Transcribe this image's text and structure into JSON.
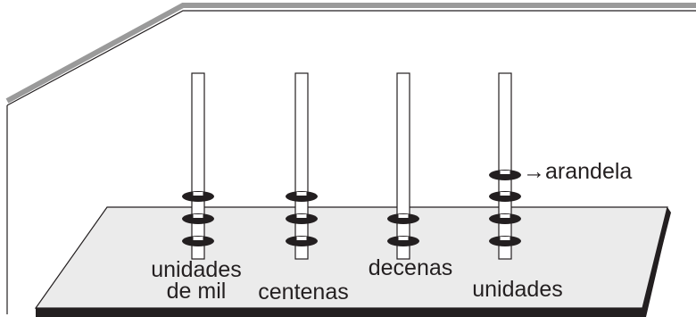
{
  "diagram": {
    "rods": [
      {
        "label_lines": [
          "unidades",
          "de mil"
        ],
        "washers": 3
      },
      {
        "label_lines": [
          "centenas"
        ],
        "washers": 3
      },
      {
        "label_lines": [
          "decenas"
        ],
        "washers": 2
      },
      {
        "label_lines": [
          "unidades"
        ],
        "washers": 4
      }
    ],
    "callout": {
      "label": "arandela",
      "arrow": "→"
    }
  },
  "colors": {
    "frame_light": "#9a9a9a",
    "board_top": "#ebebeb",
    "board_edge": "#231f20",
    "washer": "#231f20",
    "rod_fill": "#ffffff"
  }
}
